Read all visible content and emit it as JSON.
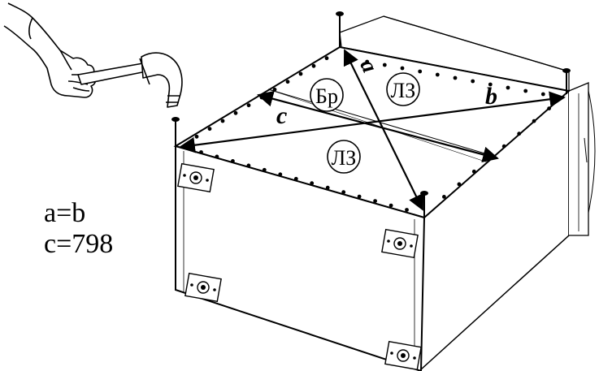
{
  "diagram": {
    "panel_labels": {
      "top_back_left": "Бр",
      "top_back_right": "ЛЗ",
      "top_front": "ЛЗ"
    },
    "diagonals": {
      "a": "a",
      "b": "b",
      "c": "c"
    },
    "formulas": {
      "equal": "a=b",
      "c_value": "c=798"
    },
    "icons": [
      "hammer-icon",
      "hand-icon"
    ],
    "colors": {
      "line": "#000000",
      "background": "#ffffff"
    }
  }
}
